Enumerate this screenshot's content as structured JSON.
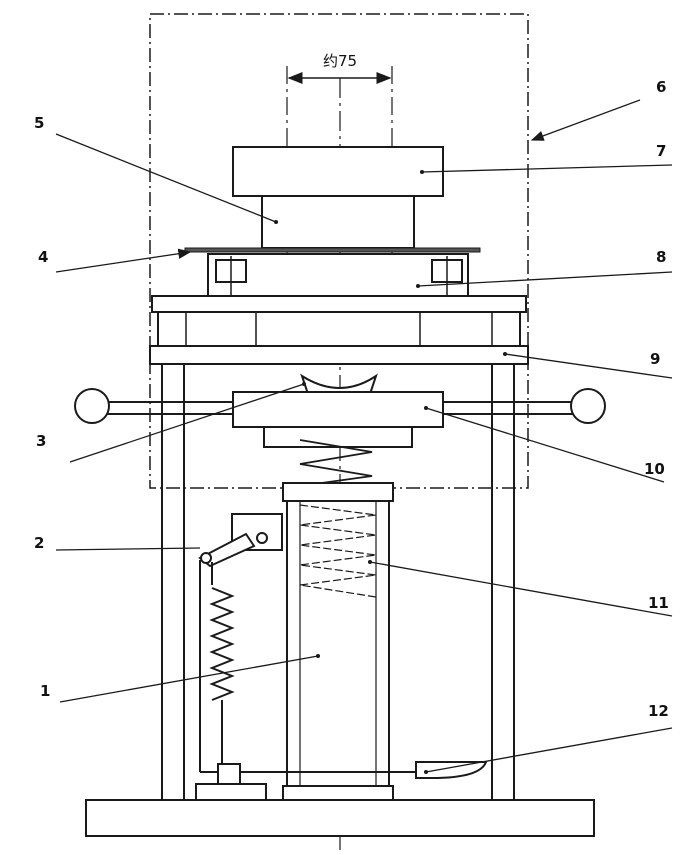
{
  "diagram": {
    "dimension_label": "约75",
    "callouts": [
      {
        "id": "1",
        "text": "1"
      },
      {
        "id": "2",
        "text": "2"
      },
      {
        "id": "3",
        "text": "3"
      },
      {
        "id": "4",
        "text": "4"
      },
      {
        "id": "5",
        "text": "5"
      },
      {
        "id": "6",
        "text": "6"
      },
      {
        "id": "7",
        "text": "7"
      },
      {
        "id": "8",
        "text": "8"
      },
      {
        "id": "9",
        "text": "9"
      },
      {
        "id": "10",
        "text": "10"
      },
      {
        "id": "11",
        "text": "11"
      },
      {
        "id": "12",
        "text": "12"
      }
    ],
    "colors": {
      "ink": "#1a1a1a",
      "paper": "#ffffff"
    }
  }
}
